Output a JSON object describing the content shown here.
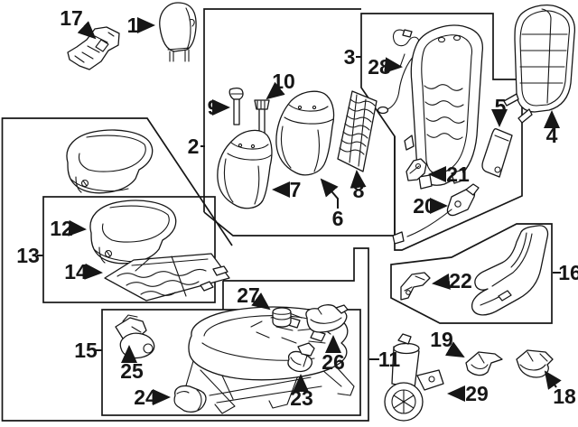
{
  "diagram": {
    "colors": {
      "background": "#ffffff",
      "line": "#161616"
    },
    "callouts": {
      "c1": "1",
      "c2": "2",
      "c3": "3",
      "c4": "4",
      "c5": "5",
      "c6": "6",
      "c7": "7",
      "c8": "8",
      "c9": "9",
      "c10": "10",
      "c11": "11",
      "c12": "12",
      "c13": "13",
      "c14": "14",
      "c15": "15",
      "c16": "16",
      "c17": "17",
      "c18": "18",
      "c19": "19",
      "c20": "20",
      "c21": "21",
      "c22": "22",
      "c23": "23",
      "c24": "24",
      "c25": "25",
      "c26": "26",
      "c27": "27",
      "c28": "28",
      "c29": "29"
    }
  }
}
